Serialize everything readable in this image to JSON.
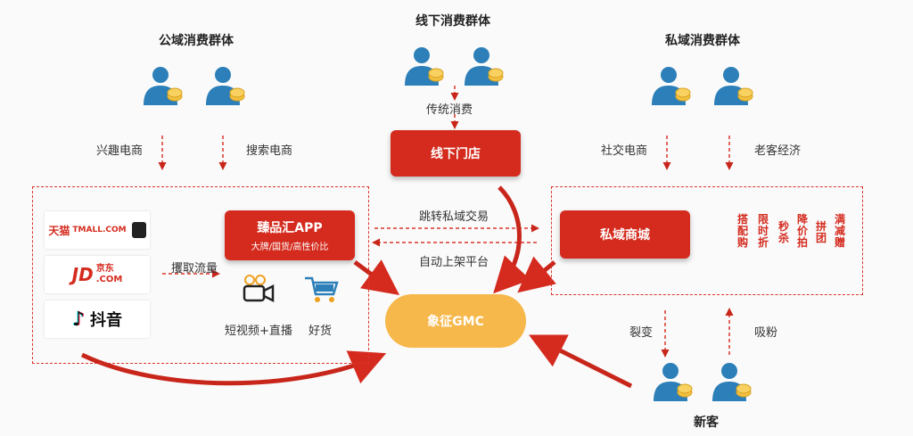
{
  "groups": {
    "public": "公域消费群体",
    "offline": "线下消费群体",
    "private": "私域消费群体",
    "new": "新客"
  },
  "edge_labels": {
    "interest": "兴趣电商",
    "search": "搜索电商",
    "traditional": "传统消费",
    "social": "社交电商",
    "old_customer": "老客经济",
    "jump": "跳转私域交易",
    "auto_list": "自动上架平台",
    "acquire": "攫取流量",
    "fission": "裂变",
    "attract": "吸粉"
  },
  "nodes": {
    "offline_store": "线下门店",
    "app_title": "臻品汇APP",
    "app_sub": "大牌/国货/高性价比",
    "private_mall": "私域商城",
    "gmc": "象征GMC",
    "short_video": "短视频+直播",
    "good_goods": "好货"
  },
  "logos": {
    "tmall_cn": "天猫",
    "tmall_en": "TMALL.COM",
    "jd_en": "JD",
    "jd_com": ".COM",
    "jd_cn": "京东",
    "douyin": "抖音"
  },
  "promos": [
    "搭配购",
    "限时折",
    "秒杀",
    "降价拍",
    "拼团",
    "满减赠"
  ],
  "colors": {
    "accent": "#d42b1e",
    "gmc": "#f7b84b",
    "person": "#2c7fb8",
    "coin": "#f4c242"
  }
}
